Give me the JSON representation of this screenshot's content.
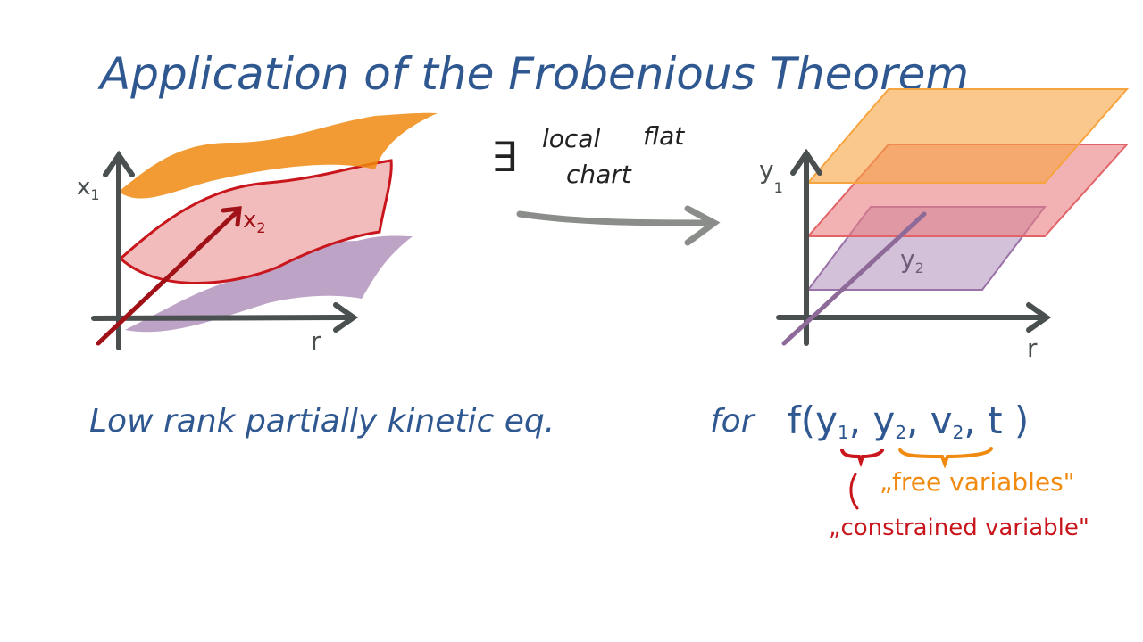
{
  "title": "Application of the Frobenious Theorem",
  "left_diagram": {
    "axis_vertical": "x",
    "axis_vertical_sub": "1",
    "axis_depth": "x",
    "axis_depth_sub": "2",
    "axis_horizontal": "r"
  },
  "arrow_caption": {
    "exists_symbol": "∃",
    "line1a": "local",
    "line1b": "flat",
    "line2": "chart"
  },
  "right_diagram": {
    "axis_vertical": "y",
    "axis_vertical_sub": "1",
    "axis_depth": "y",
    "axis_depth_sub": "2",
    "axis_horizontal": "r"
  },
  "equation": {
    "text": "Low rank partially kinetic eq.",
    "for": "for",
    "function": "f(",
    "y1": "y",
    "y1_sub": "1",
    "y2": "y",
    "y2_sub": "2",
    "v2": "v",
    "v2_sub": "2",
    "t": "t",
    "close": ")"
  },
  "annotations": {
    "free": "„free variables\"",
    "constrained": "„constrained variable\""
  },
  "colors": {
    "blue": "#2f5891",
    "orange": "#f08a10",
    "red": "#c8161c",
    "purple": "#9a72a8",
    "gray": "#4a4f4f"
  }
}
